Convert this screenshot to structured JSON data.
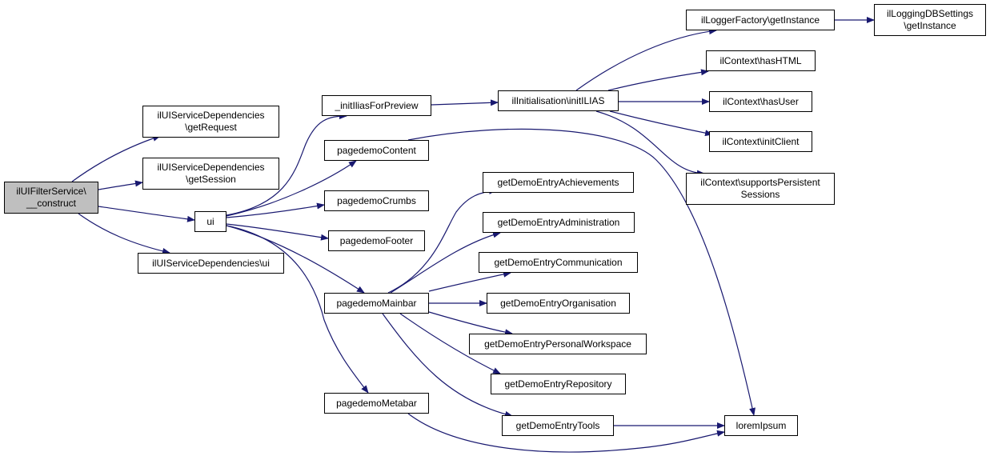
{
  "colors": {
    "edge": "#191970",
    "root_fill": "#bfbfbf",
    "node_fill": "#ffffff",
    "border": "#000000"
  },
  "nodes": {
    "root": [
      "ilUIFilterService\\",
      "__construct"
    ],
    "get_request": [
      "ilUIServiceDependencies",
      "\\getRequest"
    ],
    "get_session": [
      "ilUIServiceDependencies",
      "\\getSession"
    ],
    "dep_ui": [
      "ilUIServiceDependencies\\ui"
    ],
    "ui": [
      "ui"
    ],
    "init_ilias_preview": [
      "_initIliasForPreview"
    ],
    "pagedemo_content": [
      "pagedemoContent"
    ],
    "pagedemo_crumbs": [
      "pagedemoCrumbs"
    ],
    "pagedemo_footer": [
      "pagedemoFooter"
    ],
    "pagedemo_mainbar": [
      "pagedemoMainbar"
    ],
    "pagedemo_metabar": [
      "pagedemoMetabar"
    ],
    "init_ilias": [
      "ilInitialisation\\initILIAS"
    ],
    "logger_factory": [
      "ilLoggerFactory\\getInstance"
    ],
    "logging_db": [
      "ilLoggingDBSettings",
      "\\getInstance"
    ],
    "has_html": [
      "ilContext\\hasHTML"
    ],
    "has_user": [
      "ilContext\\hasUser"
    ],
    "init_client": [
      "ilContext\\initClient"
    ],
    "supports_persistent": [
      "ilContext\\supportsPersistent",
      "Sessions"
    ],
    "entry_achievements": [
      "getDemoEntryAchievements"
    ],
    "entry_administration": [
      "getDemoEntryAdministration"
    ],
    "entry_communication": [
      "getDemoEntryCommunication"
    ],
    "entry_organisation": [
      "getDemoEntryOrganisation"
    ],
    "entry_personal_workspace": [
      "getDemoEntryPersonalWorkspace"
    ],
    "entry_repository": [
      "getDemoEntryRepository"
    ],
    "entry_tools": [
      "getDemoEntryTools"
    ],
    "lorem_ipsum": [
      "loremIpsum"
    ]
  }
}
